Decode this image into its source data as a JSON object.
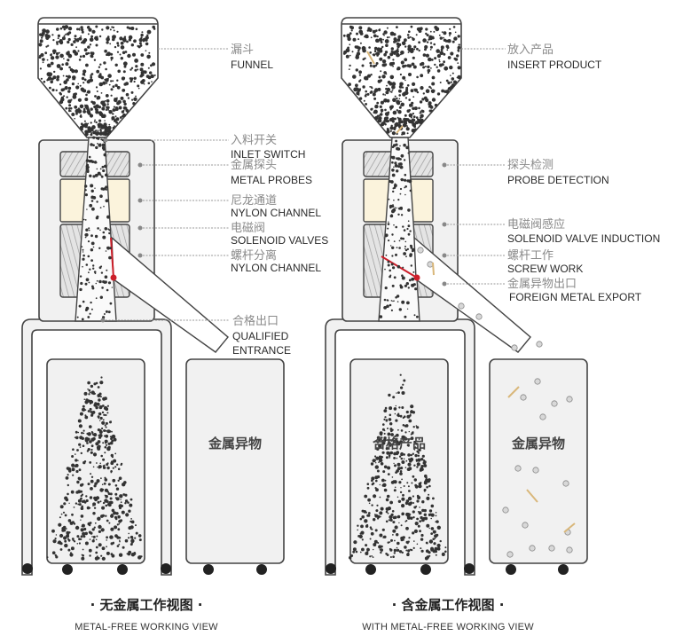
{
  "left_view": {
    "caption_zh": "· 无金属工作视图 ·",
    "caption_en": "METAL-FREE WORKING VIEW",
    "bin_label": "金属异物",
    "labels": [
      {
        "zh": "漏斗",
        "en": "FUNNEL"
      },
      {
        "zh": "入料开关",
        "en": "INLET SWITCH"
      },
      {
        "zh": "金属探头",
        "en": "METAL PROBES"
      },
      {
        "zh": "尼龙通道",
        "en": "NYLON CHANNEL"
      },
      {
        "zh": "电磁阀",
        "en": "SOLENOID VALVES"
      },
      {
        "zh": "螺杆分离",
        "en": "NYLON CHANNEL"
      },
      {
        "zh": "合格出口",
        "en": "QUALIFIED",
        "en2": "ENTRANCE"
      }
    ]
  },
  "right_view": {
    "caption_zh": "· 含金属工作视图 ·",
    "caption_en": "WITH METAL-FREE WORKING VIEW",
    "bin_label_qualified": "合格产品",
    "bin_label_metal": "金属异物",
    "labels": [
      {
        "zh": "放入产品",
        "en": "INSERT PRODUCT"
      },
      {
        "zh": "探头检测",
        "en": "PROBE DETECTION"
      },
      {
        "zh": "电磁阀感应",
        "en": "SOLENOID VALVE INDUCTION"
      },
      {
        "zh": "螺杆工作",
        "en": "SCREW WORK"
      },
      {
        "zh": "金属异物出口",
        "en": "FOREIGN METAL EXPORT"
      }
    ]
  },
  "colors": {
    "outline": "#444444",
    "fill": "#f1f1f1",
    "probe_hatch": "#999999",
    "nylon": "#fbf3dc",
    "flap": "#cc1f2a",
    "particle": "#333333",
    "metal_pin": "#d9b77a"
  }
}
